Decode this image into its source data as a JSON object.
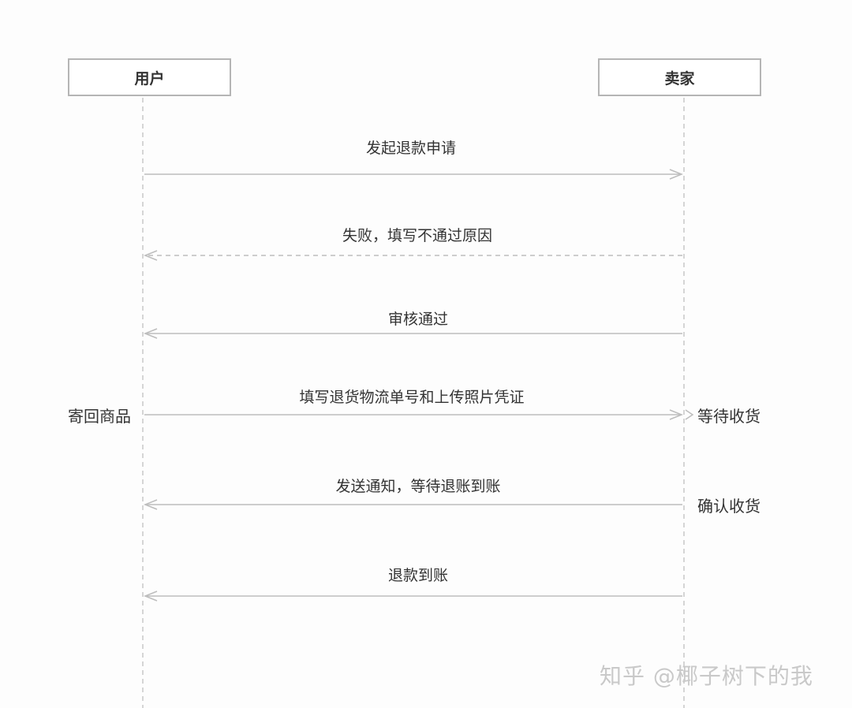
{
  "actors": {
    "user": "用户",
    "seller": "卖家"
  },
  "messages": [
    {
      "label": "发起退款申请"
    },
    {
      "label": "失败，填写不通过原因"
    },
    {
      "label": "审核通过"
    },
    {
      "label": "填写退货物流单号和上传照片凭证"
    },
    {
      "label": "发送通知，等待退账到账"
    },
    {
      "label": "退款到账"
    }
  ],
  "notes": {
    "user_return": "寄回商品",
    "seller_wait": "等待收货",
    "seller_confirm": "确认收货"
  },
  "watermark": "知乎 @椰子树下的我",
  "colors": {
    "lifeline": "#c8c8c8",
    "arrow": "#bdbdbd",
    "box_border": "#b5b5b5",
    "text": "#333333"
  }
}
